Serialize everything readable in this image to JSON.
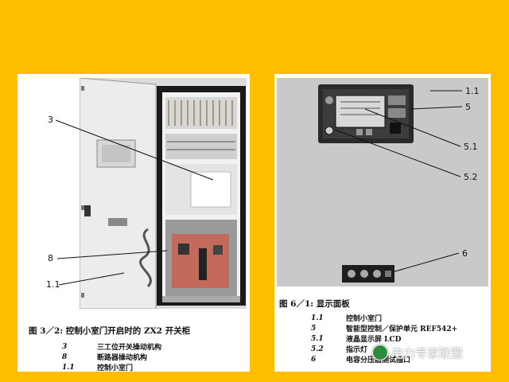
{
  "left_figure": {
    "callouts": [
      "3",
      "8",
      "1.1"
    ],
    "caption_title": "图 3／2:  控制小室门开启时的 ZX2 开关柜",
    "legend": [
      {
        "num": "3",
        "text": "三工位开关操动机构"
      },
      {
        "num": "8",
        "text": "断路器操动机构"
      },
      {
        "num": "1.1",
        "text": "控制小室门"
      }
    ]
  },
  "right_figure": {
    "callouts": [
      "1.1",
      "5",
      "5.1",
      "5.2",
      "6"
    ],
    "caption_title": "图 6／1:  显示面板",
    "legend": [
      {
        "num": "1.1",
        "text": "控制小室门"
      },
      {
        "num": "5",
        "text": "智能型控制／保护单元 REF542+"
      },
      {
        "num": "5.1",
        "text": "液晶显示屏 LCD"
      },
      {
        "num": "5.2",
        "text": "指示灯"
      },
      {
        "num": "6",
        "text": "电容分压器测试插口"
      }
    ]
  },
  "watermark": {
    "text": "电力专家联盟",
    "icon": "wechat-logo-icon"
  },
  "colors": {
    "background": "#ffbf00",
    "panel": "#ffffff"
  }
}
